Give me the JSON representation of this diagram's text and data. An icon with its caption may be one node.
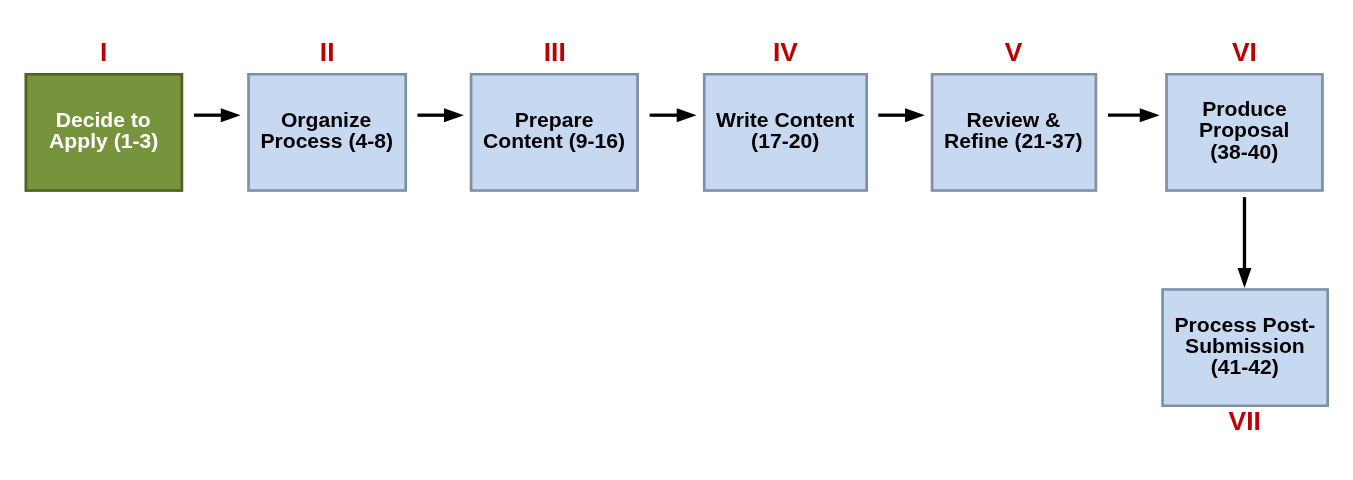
{
  "diagram": {
    "nodes": [
      {
        "text": [
          "Decide to Apply (1-3)"
        ],
        "beside": [
          "I"
        ]
      },
      {
        "text": [
          "Organize Process (4-8)"
        ],
        "beside": [
          "II"
        ]
      },
      {
        "text": [
          "Prepare Content (9-16)"
        ],
        "beside": [
          "III"
        ]
      },
      {
        "text": [
          "Write Content (17-20)"
        ],
        "beside": [
          "IV"
        ]
      },
      {
        "text": [
          "Review & Refine (21-37)"
        ],
        "beside": [
          "V"
        ]
      },
      {
        "text": [
          "Produce Proposal (38-40)"
        ],
        "beside": [
          "VI"
        ]
      },
      {
        "text": [
          "Process Post-Submission (41-42)"
        ],
        "beside": [
          "VII"
        ]
      }
    ],
    "edges": [
      {
        "from": 0,
        "to": 1,
        "arrow": "to"
      },
      {
        "from": 1,
        "to": 2,
        "arrow": "to"
      },
      {
        "from": 2,
        "to": 3,
        "arrow": "to"
      },
      {
        "from": 3,
        "to": 4,
        "arrow": "to"
      },
      {
        "from": 4,
        "to": 5,
        "arrow": "to"
      },
      {
        "from": 5,
        "to": 6,
        "arrow": "to"
      }
    ]
  }
}
